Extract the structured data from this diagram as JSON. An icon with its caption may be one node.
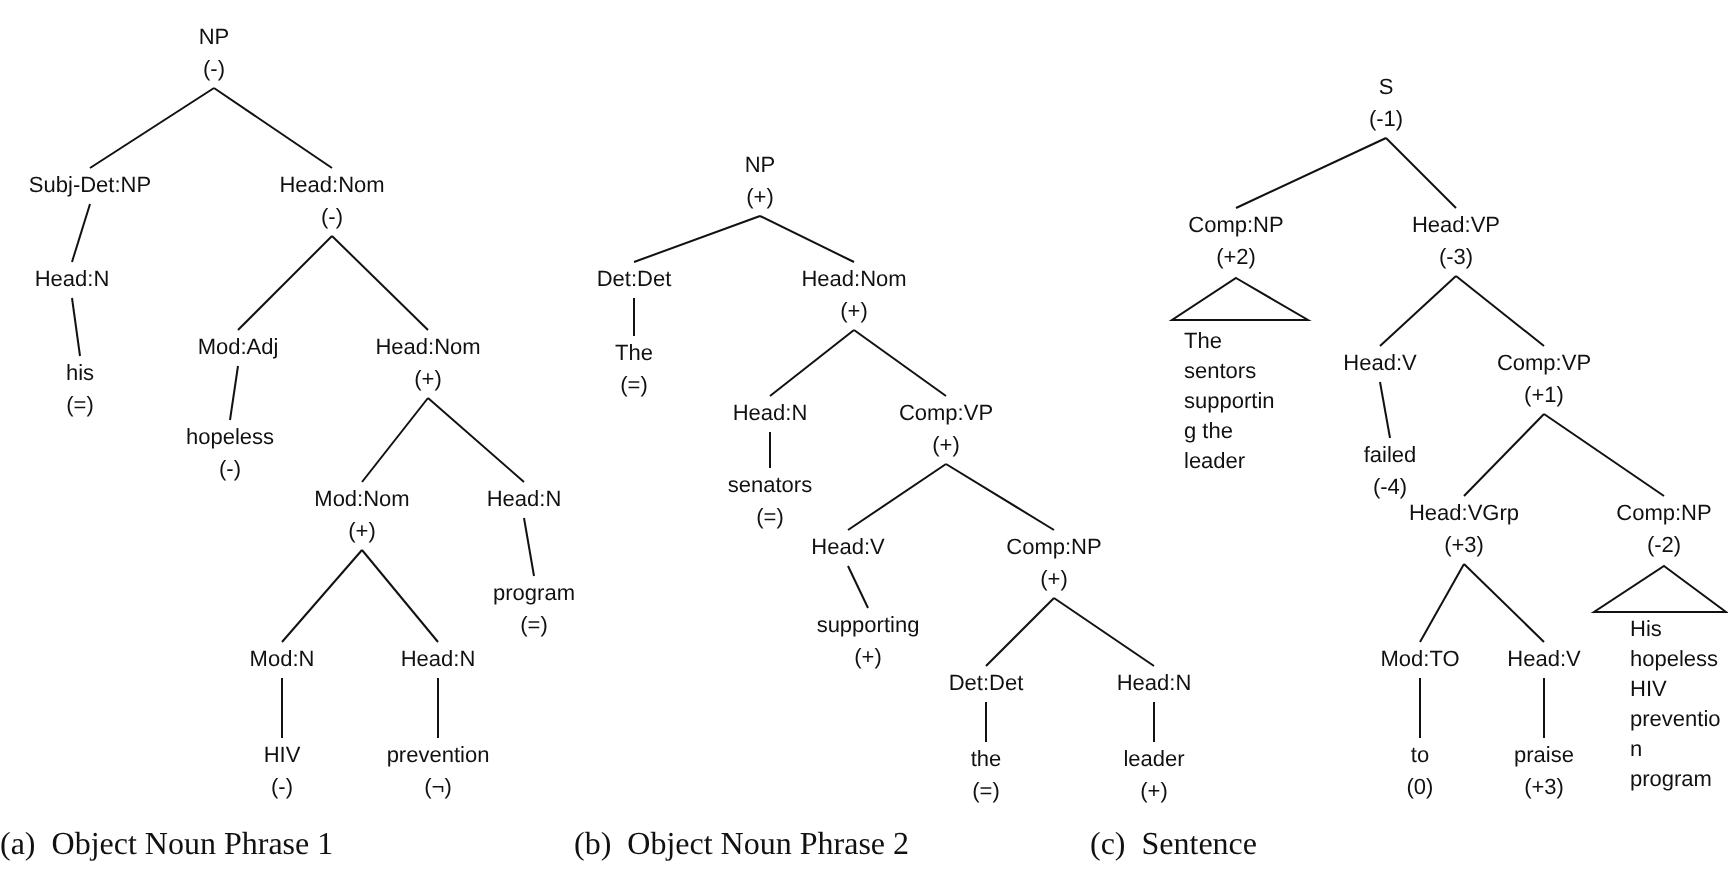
{
  "diagram": {
    "nodes": [
      {
        "text": [
          "NP",
          "(-)"
        ]
      },
      {
        "text": [
          "Subj-Det:NP"
        ]
      },
      {
        "text": [
          "Head:Nom",
          "(-)"
        ]
      },
      {
        "text": [
          "Head:N"
        ]
      },
      {
        "text": [
          "his",
          "(=)"
        ]
      },
      {
        "text": [
          "Mod:Adj"
        ]
      },
      {
        "text": [
          "hopeless",
          "(-)"
        ]
      },
      {
        "text": [
          "Head:Nom",
          "(+)"
        ]
      },
      {
        "text": [
          "Mod:Nom",
          "(+)"
        ]
      },
      {
        "text": [
          "Head:N"
        ]
      },
      {
        "text": [
          "program",
          "(=)"
        ]
      },
      {
        "text": [
          "Mod:N"
        ]
      },
      {
        "text": [
          "Head:N"
        ]
      },
      {
        "text": [
          "HIV",
          "(-)"
        ]
      },
      {
        "text": [
          "prevention",
          "(¬)"
        ]
      },
      {
        "text": [
          "NP",
          "(+)"
        ]
      },
      {
        "text": [
          "Det:Det"
        ]
      },
      {
        "text": [
          "The",
          "(=)"
        ]
      },
      {
        "text": [
          "Head:Nom",
          "(+)"
        ]
      },
      {
        "text": [
          "Head:N"
        ]
      },
      {
        "text": [
          "senators",
          "(=)"
        ]
      },
      {
        "text": [
          "Comp:VP",
          "(+)"
        ]
      },
      {
        "text": [
          "Head:V"
        ]
      },
      {
        "text": [
          "supporting",
          "(+)"
        ]
      },
      {
        "text": [
          "Comp:NP",
          "(+)"
        ]
      },
      {
        "text": [
          "Det:Det"
        ]
      },
      {
        "text": [
          "the",
          "(=)"
        ]
      },
      {
        "text": [
          "Head:N"
        ]
      },
      {
        "text": [
          "leader",
          "(+)"
        ]
      },
      {
        "text": [
          "S",
          "(-1)"
        ]
      },
      {
        "text": [
          "Comp:NP",
          "(+2)"
        ]
      },
      {
        "text": [
          "The sentors supporting the leader"
        ]
      },
      {
        "text": [
          "Head:VP",
          "(-3)"
        ]
      },
      {
        "text": [
          "Head:V"
        ]
      },
      {
        "text": [
          "failed",
          "(-4)"
        ]
      },
      {
        "text": [
          "Comp:VP",
          "(+1)"
        ]
      },
      {
        "text": [
          "Head:VGrp",
          "(+3)"
        ]
      },
      {
        "text": [
          "Comp:NP",
          "(-2)"
        ]
      },
      {
        "text": [
          "His hopeless HIV prevention program"
        ]
      },
      {
        "text": [
          "Mod:TO"
        ]
      },
      {
        "text": [
          "Head:V"
        ]
      },
      {
        "text": [
          "to",
          "(0)"
        ]
      },
      {
        "text": [
          "praise",
          "(+3)"
        ]
      }
    ],
    "edges": [
      {
        "from": 0,
        "to": 1,
        "arrow": "none"
      },
      {
        "from": 0,
        "to": 2,
        "arrow": "none"
      },
      {
        "from": 1,
        "to": 3,
        "arrow": "none"
      },
      {
        "from": 3,
        "to": 4,
        "arrow": "none"
      },
      {
        "from": 2,
        "to": 5,
        "arrow": "none"
      },
      {
        "from": 2,
        "to": 7,
        "arrow": "none"
      },
      {
        "from": 5,
        "to": 6,
        "arrow": "none"
      },
      {
        "from": 7,
        "to": 8,
        "arrow": "none"
      },
      {
        "from": 7,
        "to": 9,
        "arrow": "none"
      },
      {
        "from": 9,
        "to": 10,
        "arrow": "none"
      },
      {
        "from": 8,
        "to": 11,
        "arrow": "none"
      },
      {
        "from": 8,
        "to": 12,
        "arrow": "none"
      },
      {
        "from": 11,
        "to": 13,
        "arrow": "none"
      },
      {
        "from": 12,
        "to": 14,
        "arrow": "none"
      },
      {
        "from": 15,
        "to": 16,
        "arrow": "none"
      },
      {
        "from": 15,
        "to": 18,
        "arrow": "none"
      },
      {
        "from": 16,
        "to": 17,
        "arrow": "none"
      },
      {
        "from": 18,
        "to": 19,
        "arrow": "none"
      },
      {
        "from": 18,
        "to": 21,
        "arrow": "none"
      },
      {
        "from": 19,
        "to": 20,
        "arrow": "none"
      },
      {
        "from": 21,
        "to": 22,
        "arrow": "none"
      },
      {
        "from": 21,
        "to": 24,
        "arrow": "none"
      },
      {
        "from": 22,
        "to": 23,
        "arrow": "none"
      },
      {
        "from": 24,
        "to": 25,
        "arrow": "none"
      },
      {
        "from": 24,
        "to": 27,
        "arrow": "none"
      },
      {
        "from": 25,
        "to": 26,
        "arrow": "none"
      },
      {
        "from": 27,
        "to": 28,
        "arrow": "none"
      },
      {
        "from": 29,
        "to": 30,
        "arrow": "none"
      },
      {
        "from": 29,
        "to": 32,
        "arrow": "none"
      },
      {
        "from": 30,
        "to": 31,
        "arrow": "none"
      },
      {
        "from": 32,
        "to": 33,
        "arrow": "none"
      },
      {
        "from": 32,
        "to": 35,
        "arrow": "none"
      },
      {
        "from": 33,
        "to": 34,
        "arrow": "none"
      },
      {
        "from": 35,
        "to": 36,
        "arrow": "none"
      },
      {
        "from": 35,
        "to": 37,
        "arrow": "none"
      },
      {
        "from": 37,
        "to": 38,
        "arrow": "none"
      },
      {
        "from": 36,
        "to": 39,
        "arrow": "none"
      },
      {
        "from": 36,
        "to": 40,
        "arrow": "none"
      },
      {
        "from": 39,
        "to": 41,
        "arrow": "none"
      },
      {
        "from": 40,
        "to": 42,
        "arrow": "none"
      }
    ],
    "labels": [
      "(a)  Object Noun Phrase 1",
      "(b)  Object Noun Phrase 2",
      "(c)  Sentence"
    ]
  }
}
